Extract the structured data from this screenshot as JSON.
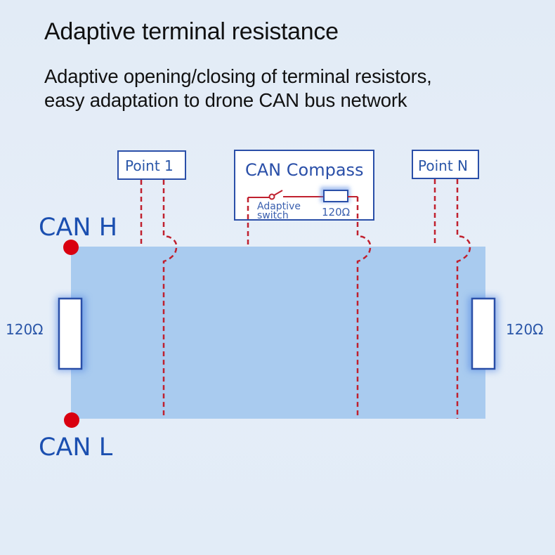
{
  "header": {
    "title": "Adaptive terminal resistance",
    "subtitle_lines": [
      "Adaptive opening/closing of terminal resistors,",
      "easy adaptation to drone CAN bus network"
    ]
  },
  "diagram": {
    "bus_labels": {
      "high": "CAN H",
      "low": "CAN L"
    },
    "nodes": [
      {
        "label": "Point 1"
      },
      {
        "label": "CAN Compass",
        "switch_label_lines": [
          "Adaptive",
          "switch"
        ],
        "internal_resistor": "120Ω"
      },
      {
        "label": "Point N"
      }
    ],
    "terminal_resistors": {
      "left": "120Ω",
      "right": "120Ω"
    },
    "colors": {
      "bus_area": "#a9cbef",
      "node_border": "#2a4fa8",
      "wire": "#c0202e",
      "terminal_dot": "#d90010",
      "label_blue": "#1b4fb0"
    }
  }
}
